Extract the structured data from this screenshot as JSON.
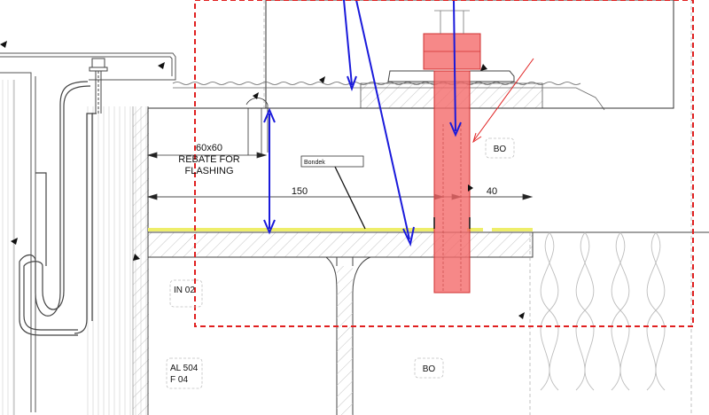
{
  "labels": {
    "rebate_line1": "60x60",
    "rebate_line2": "REBATE FOR",
    "rebate_line3": "FLASHING",
    "dim_150": "150",
    "dim_40": "40",
    "bondek_tag": "Bondek",
    "bo_tag_upper": "BO",
    "bo_tag_lower": "BO",
    "in_tag": "IN 02",
    "al_tag_line1": "AL 504",
    "al_tag_line2": "F 04"
  },
  "colors": {
    "line": "#333333",
    "hatch": "#bdbdbd",
    "markup_blue": "#1a1adb",
    "markup_red": "#e02020",
    "bolt_fill": "#f46a6a",
    "bolt_stroke": "#d03030",
    "bondek_yellow": "#eeee6a"
  }
}
